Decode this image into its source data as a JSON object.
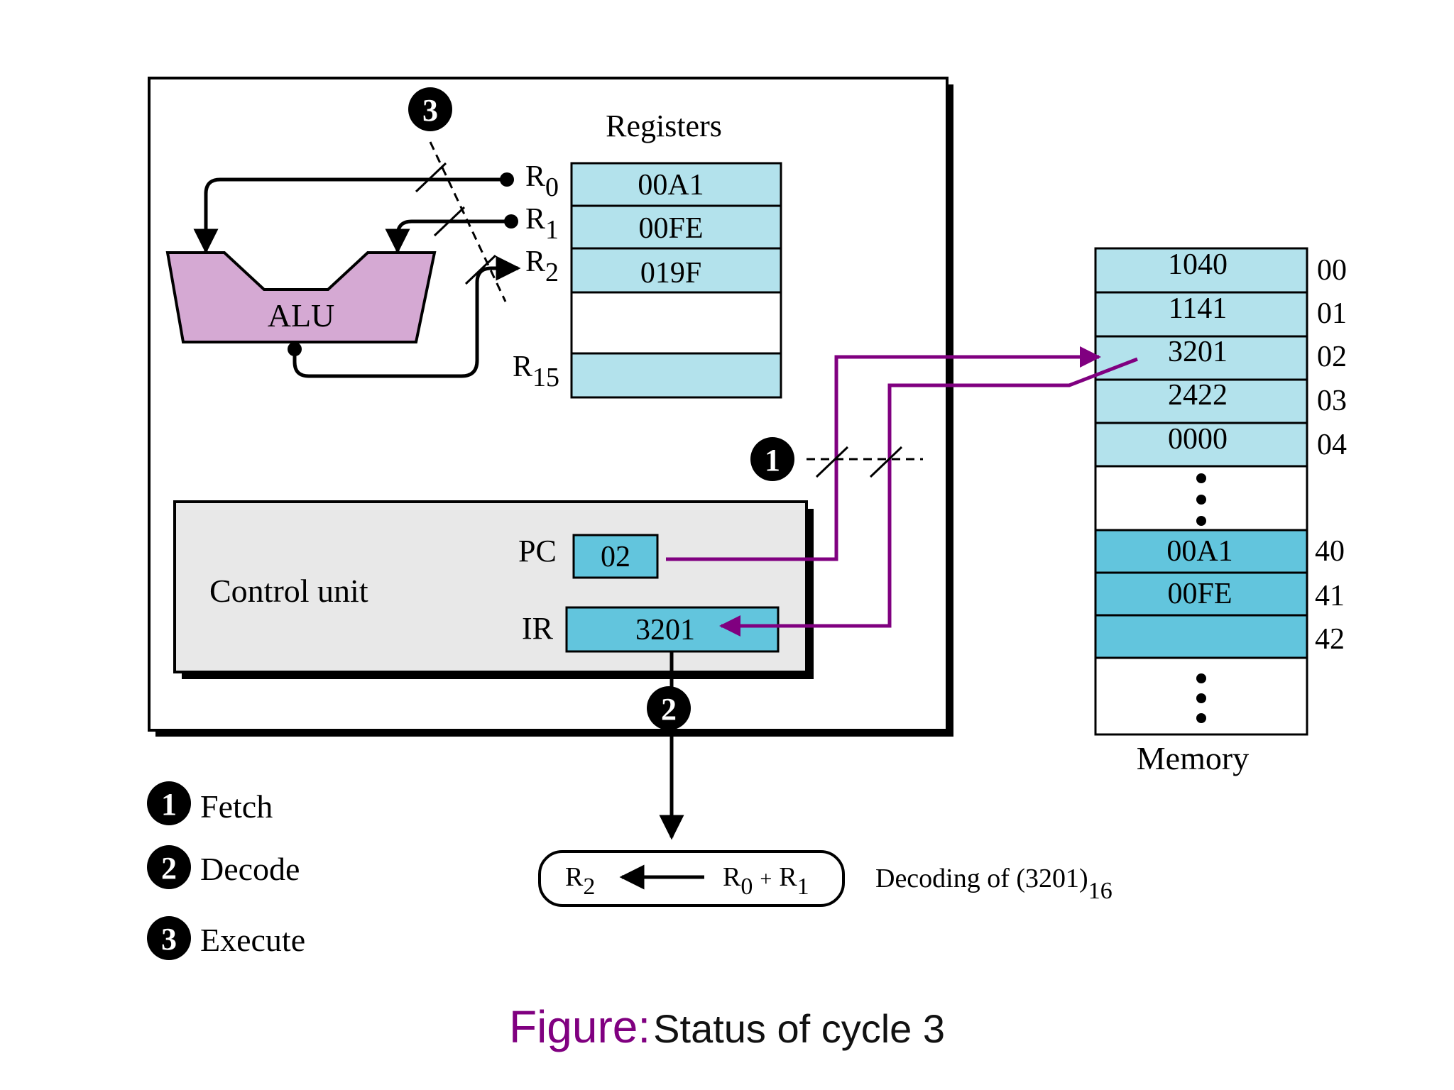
{
  "colors": {
    "register_fill": "#b3e2ec",
    "memory_fill_light": "#b3e2ec",
    "memory_fill_dark": "#62c5dd",
    "pc_ir_fill": "#62c5dd",
    "alu_fill": "#d5a9d3",
    "control_unit_fill": "#e8e8e8",
    "fetch_path": "#800080",
    "caption_prefix": "#800080"
  },
  "registers": {
    "title": "Registers",
    "rows": [
      {
        "name": "R",
        "sub": "0",
        "value": "00A1"
      },
      {
        "name": "R",
        "sub": "1",
        "value": "00FE"
      },
      {
        "name": "R",
        "sub": "2",
        "value": "019F"
      },
      {
        "name": "",
        "sub": "",
        "value": ""
      },
      {
        "name": "R",
        "sub": "15",
        "value": ""
      }
    ]
  },
  "alu": {
    "label": "ALU"
  },
  "control_unit": {
    "label": "Control unit",
    "pc": {
      "label": "PC",
      "value": "02"
    },
    "ir": {
      "label": "IR",
      "value": "3201"
    }
  },
  "memory": {
    "title": "Memory",
    "cells": [
      {
        "address": "00",
        "value": "1040"
      },
      {
        "address": "01",
        "value": "1141"
      },
      {
        "address": "02",
        "value": "3201"
      },
      {
        "address": "03",
        "value": "2422"
      },
      {
        "address": "04",
        "value": "0000"
      },
      {
        "address": "40",
        "value": "00A1"
      },
      {
        "address": "41",
        "value": "00FE"
      },
      {
        "address": "42",
        "value": ""
      }
    ]
  },
  "steps": [
    {
      "number": "1",
      "label": "Fetch"
    },
    {
      "number": "2",
      "label": "Decode"
    },
    {
      "number": "3",
      "label": "Execute"
    }
  ],
  "decode_box": {
    "dest": "R",
    "dest_sub": "2",
    "src1": "R",
    "src1_sub": "0",
    "plus": "+",
    "src2": "R",
    "src2_sub": "1",
    "note": "Decoding of (3201)",
    "note_sub": "16"
  },
  "caption": {
    "prefix": "Figure:",
    "text": "Status of cycle 3"
  }
}
